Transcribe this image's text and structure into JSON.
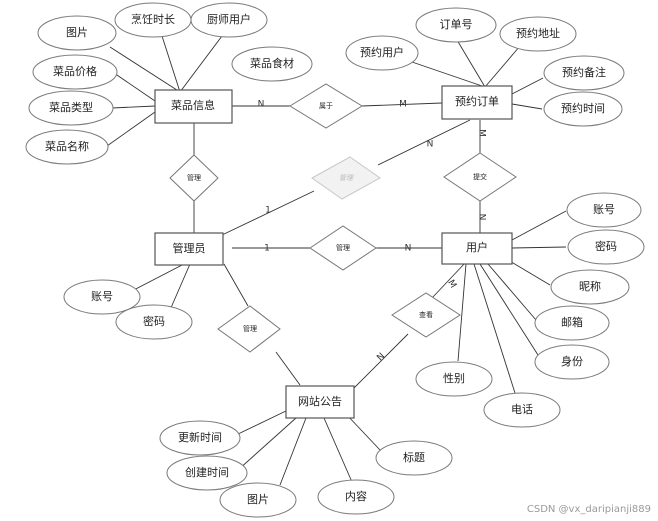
{
  "entities": {
    "dish": "菜品信息",
    "order": "预约订单",
    "admin": "管理员",
    "user": "用户",
    "notice": "网站公告"
  },
  "relationships": {
    "belongs": "属于",
    "manage_dish": "管理",
    "faint": "管理",
    "submit": "提交",
    "manage_user": "管理",
    "manage_notice": "管理",
    "view": "查看"
  },
  "attributes": {
    "dish_img": "图片",
    "dish_time": "烹饪时长",
    "dish_chef": "厨师用户",
    "dish_price": "菜品价格",
    "dish_type": "菜品类型",
    "dish_name": "菜品名称",
    "dish_ingredients": "菜品食材",
    "order_no": "订单号",
    "order_user": "预约用户",
    "order_addr": "预约地址",
    "order_note": "预约备注",
    "order_time": "预约时间",
    "admin_acc": "账号",
    "admin_pwd": "密码",
    "user_acc": "账号",
    "user_pwd": "密码",
    "user_nick": "昵称",
    "user_mail": "邮箱",
    "user_id": "身份",
    "user_phone": "电话",
    "user_gender": "性别",
    "notice_update": "更新时间",
    "notice_create": "创建时间",
    "notice_img": "图片",
    "notice_content": "内容",
    "notice_title": "标题"
  },
  "cardinality": {
    "dish_belongs": "N",
    "order_belongs": "M",
    "order_faint": "N",
    "admin_faint": "1",
    "order_submit": "M",
    "user_submit": "N",
    "admin_manage_user": "1",
    "user_manage": "N",
    "user_view": "M",
    "notice_view": "N"
  },
  "watermark": "CSDN @vx_daripianji889"
}
